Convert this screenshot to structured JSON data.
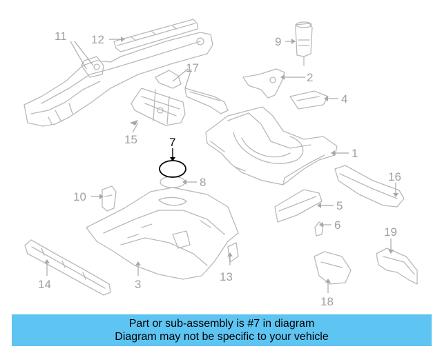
{
  "diagram": {
    "callouts": [
      {
        "number": "1",
        "name": "callout-1"
      },
      {
        "number": "2",
        "name": "callout-2"
      },
      {
        "number": "3",
        "name": "callout-3"
      },
      {
        "number": "4",
        "name": "callout-4"
      },
      {
        "number": "5",
        "name": "callout-5"
      },
      {
        "number": "6",
        "name": "callout-6"
      },
      {
        "number": "7",
        "name": "callout-7"
      },
      {
        "number": "8",
        "name": "callout-8"
      },
      {
        "number": "9",
        "name": "callout-9"
      },
      {
        "number": "10",
        "name": "callout-10"
      },
      {
        "number": "11",
        "name": "callout-11"
      },
      {
        "number": "12",
        "name": "callout-12"
      },
      {
        "number": "13",
        "name": "callout-13"
      },
      {
        "number": "14",
        "name": "callout-14"
      },
      {
        "number": "15",
        "name": "callout-15"
      },
      {
        "number": "16",
        "name": "callout-16"
      },
      {
        "number": "17",
        "name": "callout-17"
      },
      {
        "number": "18",
        "name": "callout-18"
      },
      {
        "number": "19",
        "name": "callout-19"
      }
    ],
    "highlighted_part": "7",
    "colors": {
      "part_line": "#b8b8b8",
      "callout_text": "#a0a0a0",
      "highlight": "#000000",
      "banner_background": "#5ec4f2"
    }
  },
  "banner": {
    "line1": "Part or sub-assembly is #7 in diagram",
    "line2": "Diagram may not be specific to your vehicle"
  }
}
